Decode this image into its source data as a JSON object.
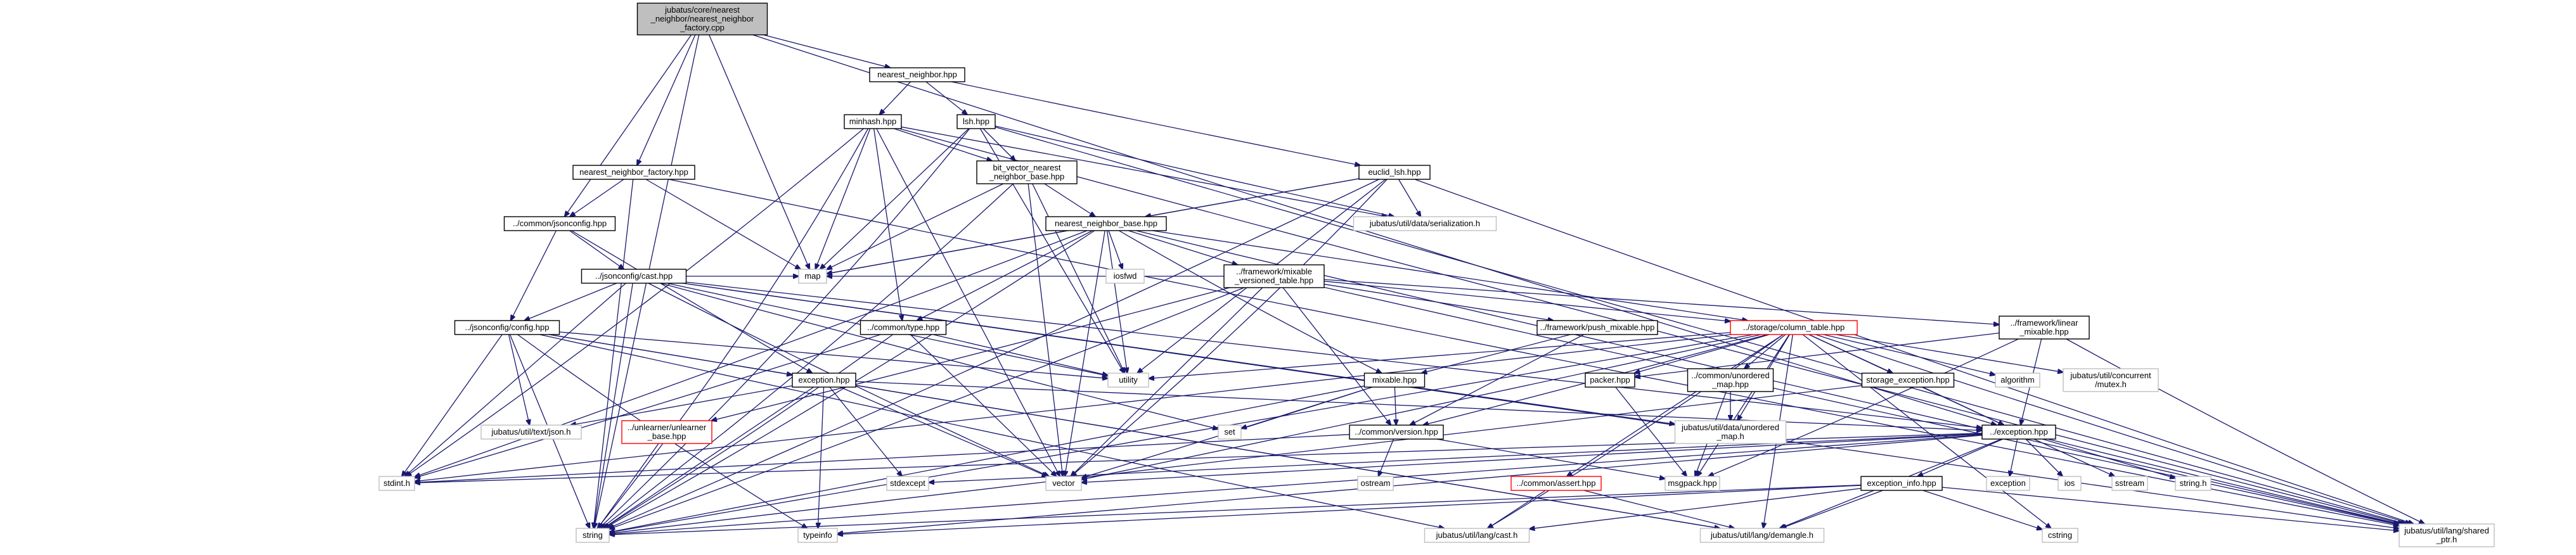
{
  "title": "jubatus/core/nearest_neighbor/nearest_neighbor_factory.cpp",
  "colors": {
    "edge": "#191970",
    "root_fill": "#bfbfbf",
    "node_border": "#000000",
    "system_header_border": "#bfbfbf",
    "truncated_border": "#ff0000",
    "background": "#ffffff"
  },
  "nodes": [
    {
      "id": "root",
      "lines": [
        "jubatus/core/nearest",
        "_neighbor/nearest_neighbor",
        "_factory.cpp"
      ],
      "style": "root"
    },
    {
      "id": "nn_hpp",
      "lines": [
        "nearest_neighbor.hpp"
      ],
      "style": "normal"
    },
    {
      "id": "minhash",
      "lines": [
        "minhash.hpp"
      ],
      "style": "normal"
    },
    {
      "id": "lsh",
      "lines": [
        "lsh.hpp"
      ],
      "style": "normal"
    },
    {
      "id": "nnf_hpp",
      "lines": [
        "nearest_neighbor_factory.hpp"
      ],
      "style": "normal"
    },
    {
      "id": "bitvec",
      "lines": [
        "bit_vector_nearest",
        "_neighbor_base.hpp"
      ],
      "style": "normal"
    },
    {
      "id": "euclid",
      "lines": [
        "euclid_lsh.hpp"
      ],
      "style": "normal"
    },
    {
      "id": "jsonconfig",
      "lines": [
        "../common/jsonconfig.hpp"
      ],
      "style": "normal"
    },
    {
      "id": "nnbase",
      "lines": [
        "nearest_neighbor_base.hpp"
      ],
      "style": "normal"
    },
    {
      "id": "serialization",
      "lines": [
        "jubatus/util/data/serialization.h"
      ],
      "style": "system"
    },
    {
      "id": "cast_hpp",
      "lines": [
        "../jsonconfig/cast.hpp"
      ],
      "style": "normal"
    },
    {
      "id": "iosfwd",
      "lines": [
        "iosfwd"
      ],
      "style": "system"
    },
    {
      "id": "mixable_versioned",
      "lines": [
        "../framework/mixable",
        "_versioned_table.hpp"
      ],
      "style": "normal"
    },
    {
      "id": "map",
      "lines": [
        "map"
      ],
      "style": "system"
    },
    {
      "id": "config_hpp",
      "lines": [
        "../jsonconfig/config.hpp"
      ],
      "style": "normal"
    },
    {
      "id": "type_hpp",
      "lines": [
        "../common/type.hpp"
      ],
      "style": "normal"
    },
    {
      "id": "push_mixable",
      "lines": [
        "../framework/push_mixable.hpp"
      ],
      "style": "normal"
    },
    {
      "id": "column_table",
      "lines": [
        "../storage/column_table.hpp"
      ],
      "style": "truncated"
    },
    {
      "id": "linear_mixable",
      "lines": [
        "../framework/linear",
        "_mixable.hpp"
      ],
      "style": "normal"
    },
    {
      "id": "utility",
      "lines": [
        "utility"
      ],
      "style": "system"
    },
    {
      "id": "mixable_hpp",
      "lines": [
        "mixable.hpp"
      ],
      "style": "normal"
    },
    {
      "id": "packer_hpp",
      "lines": [
        "packer.hpp"
      ],
      "style": "normal"
    },
    {
      "id": "unordered_map_hpp",
      "lines": [
        "../common/unordered",
        "_map.hpp"
      ],
      "style": "normal"
    },
    {
      "id": "storage_exception",
      "lines": [
        "storage_exception.hpp"
      ],
      "style": "normal"
    },
    {
      "id": "algorithm",
      "lines": [
        "algorithm"
      ],
      "style": "system"
    },
    {
      "id": "mutex",
      "lines": [
        "jubatus/util/concurrent",
        "/mutex.h"
      ],
      "style": "system"
    },
    {
      "id": "exception_hpp",
      "lines": [
        "exception.hpp"
      ],
      "style": "normal"
    },
    {
      "id": "json_h",
      "lines": [
        "jubatus/util/text/json.h"
      ],
      "style": "system"
    },
    {
      "id": "unlearner_base",
      "lines": [
        "../unlearner/unlearner",
        "_base.hpp"
      ],
      "style": "truncated"
    },
    {
      "id": "set",
      "lines": [
        "set"
      ],
      "style": "system"
    },
    {
      "id": "version_hpp",
      "lines": [
        "../common/version.hpp"
      ],
      "style": "normal"
    },
    {
      "id": "unordered_map_h",
      "lines": [
        "jubatus/util/data/unordered",
        "_map.h"
      ],
      "style": "system"
    },
    {
      "id": "common_exception",
      "lines": [
        "../exception.hpp"
      ],
      "style": "normal"
    },
    {
      "id": "stdint",
      "lines": [
        "stdint.h"
      ],
      "style": "system"
    },
    {
      "id": "stdexcept",
      "lines": [
        "stdexcept"
      ],
      "style": "system"
    },
    {
      "id": "vector",
      "lines": [
        "vector"
      ],
      "style": "system"
    },
    {
      "id": "ostream",
      "lines": [
        "ostream"
      ],
      "style": "system"
    },
    {
      "id": "msgpack",
      "lines": [
        "msgpack.hpp"
      ],
      "style": "system"
    },
    {
      "id": "assert_hpp",
      "lines": [
        "../common/assert.hpp"
      ],
      "style": "truncated"
    },
    {
      "id": "exception_info",
      "lines": [
        "exception_info.hpp"
      ],
      "style": "normal"
    },
    {
      "id": "exception_std",
      "lines": [
        "exception"
      ],
      "style": "system"
    },
    {
      "id": "ios",
      "lines": [
        "ios"
      ],
      "style": "system"
    },
    {
      "id": "sstream",
      "lines": [
        "sstream"
      ],
      "style": "system"
    },
    {
      "id": "string_h",
      "lines": [
        "string.h"
      ],
      "style": "system"
    },
    {
      "id": "string",
      "lines": [
        "string"
      ],
      "style": "system"
    },
    {
      "id": "typeinfo",
      "lines": [
        "typeinfo"
      ],
      "style": "system"
    },
    {
      "id": "lang_cast",
      "lines": [
        "jubatus/util/lang/cast.h"
      ],
      "style": "system"
    },
    {
      "id": "demangle",
      "lines": [
        "jubatus/util/lang/demangle.h"
      ],
      "style": "system"
    },
    {
      "id": "cstring",
      "lines": [
        "cstring"
      ],
      "style": "system"
    },
    {
      "id": "shared_ptr",
      "lines": [
        "jubatus/util/lang/shared",
        "_ptr.h"
      ],
      "style": "system"
    }
  ],
  "edges": [
    [
      "root",
      "nn_hpp"
    ],
    [
      "root",
      "nnf_hpp"
    ],
    [
      "root",
      "jsonconfig"
    ],
    [
      "root",
      "map"
    ],
    [
      "root",
      "string"
    ],
    [
      "root",
      "common_exception"
    ],
    [
      "nn_hpp",
      "minhash"
    ],
    [
      "nn_hpp",
      "lsh"
    ],
    [
      "nn_hpp",
      "euclid"
    ],
    [
      "minhash",
      "bitvec"
    ],
    [
      "minhash",
      "serialization"
    ],
    [
      "minhash",
      "shared_ptr"
    ],
    [
      "minhash",
      "map"
    ],
    [
      "minhash",
      "string"
    ],
    [
      "minhash",
      "stdint"
    ],
    [
      "minhash",
      "type_hpp"
    ],
    [
      "minhash",
      "vector"
    ],
    [
      "lsh",
      "bitvec"
    ],
    [
      "lsh",
      "serialization"
    ],
    [
      "lsh",
      "shared_ptr"
    ],
    [
      "lsh",
      "map"
    ],
    [
      "lsh",
      "string"
    ],
    [
      "lsh",
      "utility"
    ],
    [
      "nnf_hpp",
      "jsonconfig"
    ],
    [
      "nnf_hpp",
      "map"
    ],
    [
      "nnf_hpp",
      "string"
    ],
    [
      "nnf_hpp",
      "shared_ptr"
    ],
    [
      "bitvec",
      "nnbase"
    ],
    [
      "bitvec",
      "map"
    ],
    [
      "bitvec",
      "string"
    ],
    [
      "bitvec",
      "utility"
    ],
    [
      "bitvec",
      "vector"
    ],
    [
      "euclid",
      "nnbase"
    ],
    [
      "euclid",
      "serialization"
    ],
    [
      "euclid",
      "shared_ptr"
    ],
    [
      "euclid",
      "map"
    ],
    [
      "euclid",
      "string"
    ],
    [
      "euclid",
      "utility"
    ],
    [
      "euclid",
      "vector"
    ],
    [
      "jsonconfig",
      "cast_hpp"
    ],
    [
      "jsonconfig",
      "config_hpp"
    ],
    [
      "jsonconfig",
      "exception_hpp"
    ],
    [
      "nnbase",
      "iosfwd"
    ],
    [
      "nnbase",
      "mixable_versioned"
    ],
    [
      "nnbase",
      "type_hpp"
    ],
    [
      "nnbase",
      "column_table"
    ],
    [
      "nnbase",
      "map"
    ],
    [
      "nnbase",
      "string"
    ],
    [
      "nnbase",
      "utility"
    ],
    [
      "nnbase",
      "vector"
    ],
    [
      "nnbase",
      "stdint"
    ],
    [
      "nnbase",
      "mixable_hpp"
    ],
    [
      "nnbase",
      "shared_ptr"
    ],
    [
      "cast_hpp",
      "map"
    ],
    [
      "cast_hpp",
      "config_hpp"
    ],
    [
      "cast_hpp",
      "string"
    ],
    [
      "cast_hpp",
      "vector"
    ],
    [
      "cast_hpp",
      "utility"
    ],
    [
      "cast_hpp",
      "set"
    ],
    [
      "cast_hpp",
      "unordered_map_h"
    ],
    [
      "cast_hpp",
      "stdint"
    ],
    [
      "cast_hpp",
      "shared_ptr"
    ],
    [
      "cast_hpp",
      "common_exception"
    ],
    [
      "mixable_versioned",
      "push_mixable"
    ],
    [
      "mixable_versioned",
      "linear_mixable"
    ],
    [
      "mixable_versioned",
      "column_table"
    ],
    [
      "mixable_versioned",
      "unlearner_base"
    ],
    [
      "mixable_versioned",
      "version_hpp"
    ],
    [
      "mixable_versioned",
      "map"
    ],
    [
      "mixable_versioned",
      "vector"
    ],
    [
      "mixable_versioned",
      "string"
    ],
    [
      "mixable_versioned",
      "shared_ptr"
    ],
    [
      "config_hpp",
      "json_h"
    ],
    [
      "config_hpp",
      "exception_hpp"
    ],
    [
      "config_hpp",
      "string"
    ],
    [
      "config_hpp",
      "stdint"
    ],
    [
      "config_hpp",
      "typeinfo"
    ],
    [
      "config_hpp",
      "lang_cast"
    ],
    [
      "config_hpp",
      "demangle"
    ],
    [
      "config_hpp",
      "utility"
    ],
    [
      "type_hpp",
      "utility"
    ],
    [
      "type_hpp",
      "vector"
    ],
    [
      "type_hpp",
      "string"
    ],
    [
      "type_hpp",
      "stdint"
    ],
    [
      "push_mixable",
      "mixable_hpp"
    ],
    [
      "push_mixable",
      "version_hpp"
    ],
    [
      "linear_mixable",
      "packer_hpp"
    ],
    [
      "linear_mixable",
      "common_exception"
    ],
    [
      "linear_mixable",
      "msgpack"
    ],
    [
      "linear_mixable",
      "shared_ptr"
    ],
    [
      "column_table",
      "utility"
    ],
    [
      "column_table",
      "packer_hpp"
    ],
    [
      "column_table",
      "unordered_map_hpp"
    ],
    [
      "column_table",
      "storage_exception"
    ],
    [
      "column_table",
      "algorithm"
    ],
    [
      "column_table",
      "mutex"
    ],
    [
      "column_table",
      "assert_hpp"
    ],
    [
      "column_table",
      "msgpack"
    ],
    [
      "column_table",
      "vector"
    ],
    [
      "column_table",
      "string"
    ],
    [
      "column_table",
      "stdint"
    ],
    [
      "column_table",
      "cstring"
    ],
    [
      "column_table",
      "shared_ptr"
    ],
    [
      "column_table",
      "lang_cast"
    ],
    [
      "column_table",
      "demangle"
    ],
    [
      "column_table",
      "unordered_map_h"
    ],
    [
      "column_table",
      "version_hpp"
    ],
    [
      "column_table",
      "common_exception"
    ],
    [
      "mixable_hpp",
      "set"
    ],
    [
      "mixable_hpp",
      "version_hpp"
    ],
    [
      "mixable_hpp",
      "string"
    ],
    [
      "mixable_hpp",
      "vector"
    ],
    [
      "packer_hpp",
      "msgpack"
    ],
    [
      "unordered_map_hpp",
      "unordered_map_h"
    ],
    [
      "unordered_map_hpp",
      "msgpack"
    ],
    [
      "storage_exception",
      "common_exception"
    ],
    [
      "storage_exception",
      "string"
    ],
    [
      "exception_hpp",
      "json_h"
    ],
    [
      "exception_hpp",
      "stdexcept"
    ],
    [
      "exception_hpp",
      "vector"
    ],
    [
      "exception_hpp",
      "string"
    ],
    [
      "exception_hpp",
      "typeinfo"
    ],
    [
      "exception_hpp",
      "common_exception"
    ],
    [
      "exception_hpp",
      "demangle"
    ],
    [
      "unlearner_base",
      "string"
    ],
    [
      "version_hpp",
      "ostream"
    ],
    [
      "version_hpp",
      "msgpack"
    ],
    [
      "version_hpp",
      "stdint"
    ],
    [
      "common_exception",
      "exception_info"
    ],
    [
      "common_exception",
      "exception_std"
    ],
    [
      "common_exception",
      "ios"
    ],
    [
      "common_exception",
      "sstream"
    ],
    [
      "common_exception",
      "string_h"
    ],
    [
      "common_exception",
      "stdint"
    ],
    [
      "common_exception",
      "string"
    ],
    [
      "common_exception",
      "vector"
    ],
    [
      "common_exception",
      "stdexcept"
    ],
    [
      "common_exception",
      "shared_ptr"
    ],
    [
      "common_exception",
      "demangle"
    ],
    [
      "common_exception",
      "typeinfo"
    ],
    [
      "assert_hpp",
      "lang_cast"
    ],
    [
      "assert_hpp",
      "demangle"
    ],
    [
      "exception_info",
      "string"
    ],
    [
      "exception_info",
      "typeinfo"
    ],
    [
      "exception_info",
      "lang_cast"
    ],
    [
      "exception_info",
      "demangle"
    ],
    [
      "exception_info",
      "cstring"
    ],
    [
      "exception_info",
      "shared_ptr"
    ]
  ]
}
